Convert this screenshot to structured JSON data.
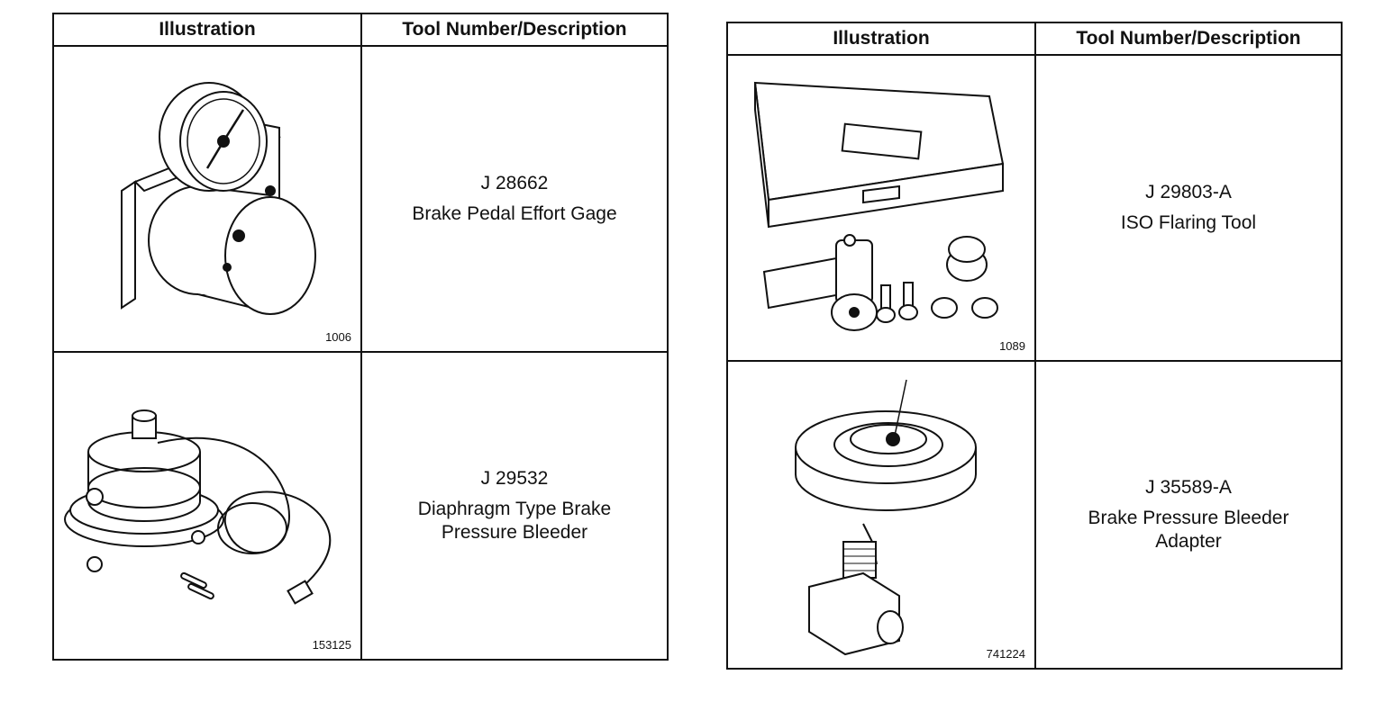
{
  "tables": [
    {
      "headers": {
        "illustration": "Illustration",
        "description": "Tool Number/Description"
      },
      "rows": [
        {
          "tool_number": "J 28662",
          "description": "Brake Pedal Effort Gage",
          "figure_number": "1006",
          "icon": "brake-pedal-effort-gage-illustration"
        },
        {
          "tool_number": "J 29532",
          "description": "Diaphragm Type Brake Pressure Bleeder",
          "figure_number": "153125",
          "icon": "diaphragm-pressure-bleeder-illustration"
        }
      ]
    },
    {
      "headers": {
        "illustration": "Illustration",
        "description": "Tool Number/Description"
      },
      "rows": [
        {
          "tool_number": "J 29803-A",
          "description": "ISO Flaring Tool",
          "figure_number": "1089",
          "icon": "iso-flaring-tool-kit-illustration"
        },
        {
          "tool_number": "J 35589-A",
          "description": "Brake Pressure Bleeder Adapter",
          "figure_number": "741224",
          "icon": "bleeder-adapter-illustration"
        }
      ]
    }
  ]
}
